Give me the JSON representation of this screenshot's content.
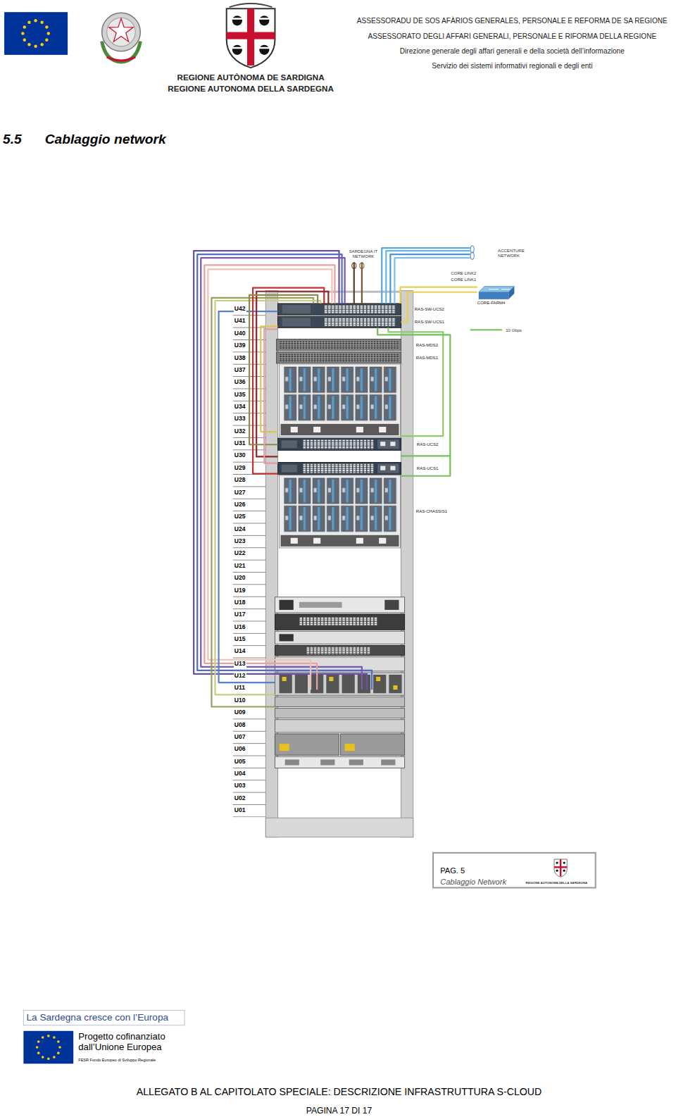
{
  "diagram": {
    "title": "Cablaggio network",
    "nodes": [
      {
        "text": [
          "CORE-FARM4"
        ]
      },
      {
        "text": [
          "RAS-SW-UCS2"
        ]
      },
      {
        "text": [
          "RAS-SW-UCS1"
        ]
      },
      {
        "text": [
          "RAS-MDS2"
        ]
      },
      {
        "text": [
          "RAS-MDS1"
        ]
      },
      {
        "text": [
          "RAS-UCS2"
        ]
      },
      {
        "text": [
          "RAS-UCS1"
        ]
      },
      {
        "text": [
          "RAS-CHASSIS1"
        ]
      }
    ],
    "edges": [
      {
        "from": 0,
        "to": 1,
        "label": "CORE LINK2",
        "arrow": "none"
      },
      {
        "from": 0,
        "to": 2,
        "label": "CORE LINK1",
        "arrow": "none"
      }
    ],
    "labels": [
      "ASSESSORADU DE SOS AFÀRIOS GENERALES, PERSONALE E REFORMA DE SA REGIONE",
      "ASSESSORATO DEGLI AFFARI GENERALI, PERSONALE E RIFORMA DELLA REGIONE",
      "Direzione generale degli affari generali e della società dell’informazione",
      "Servizio dei sistemi informativi regionali e degli enti",
      "REGIONE AUTÒNOMA DE SARDIGNA",
      "REGIONE AUTONOMA DELLA SARDEGNA",
      "5.5",
      "SARDEGNA IT NETWORK",
      "ACCENTURE NETWORK",
      "U42",
      "U41",
      "U40",
      "U39",
      "U38",
      "U37",
      "U36",
      "U35",
      "U34",
      "U33",
      "U32",
      "U31",
      "U30",
      "U29",
      "U28",
      "U27",
      "U26",
      "U25",
      "U24",
      "U23",
      "U22",
      "U21",
      "U20",
      "U19",
      "U18",
      "U17",
      "U16",
      "U15",
      "U14",
      "U13",
      "U12",
      "U11",
      "U10",
      "U09",
      "U08",
      "U07",
      "U06",
      "U05",
      "U04",
      "U03",
      "U02",
      "U01",
      "PAG. 5",
      "Cablaggio Network",
      "REGIONE AUTONOMA DELLA SARDEGNA",
      "La Sardegna cresce con l’Europa",
      "Progetto cofinanziato dall’Unione Europea",
      "FESR Fondo Europeo di Sviluppo Regionale",
      "ALLEGATO B AL CAPITOLATO SPECIALE: DESCRIZIONE INFRASTRUTTURA S-CLOUD",
      "PAGINA 17 DI 17"
    ],
    "legend": [
      {
        "text": "10 Gbps"
      }
    ]
  }
}
